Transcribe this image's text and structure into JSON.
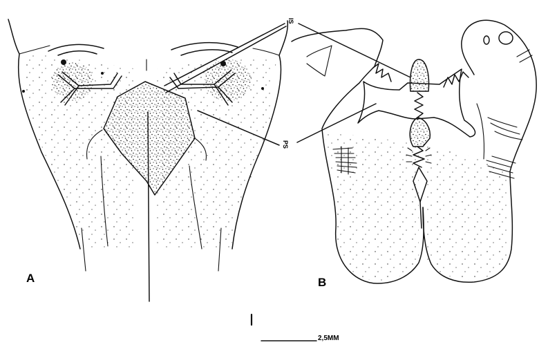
{
  "figure": {
    "panel_a_label": "A",
    "panel_b_label": "B",
    "leader_label_top": "IS",
    "leader_label_mid": "PS",
    "scale_label": "2,5MM",
    "ink_color": "#111111",
    "background_color": "#ffffff"
  }
}
